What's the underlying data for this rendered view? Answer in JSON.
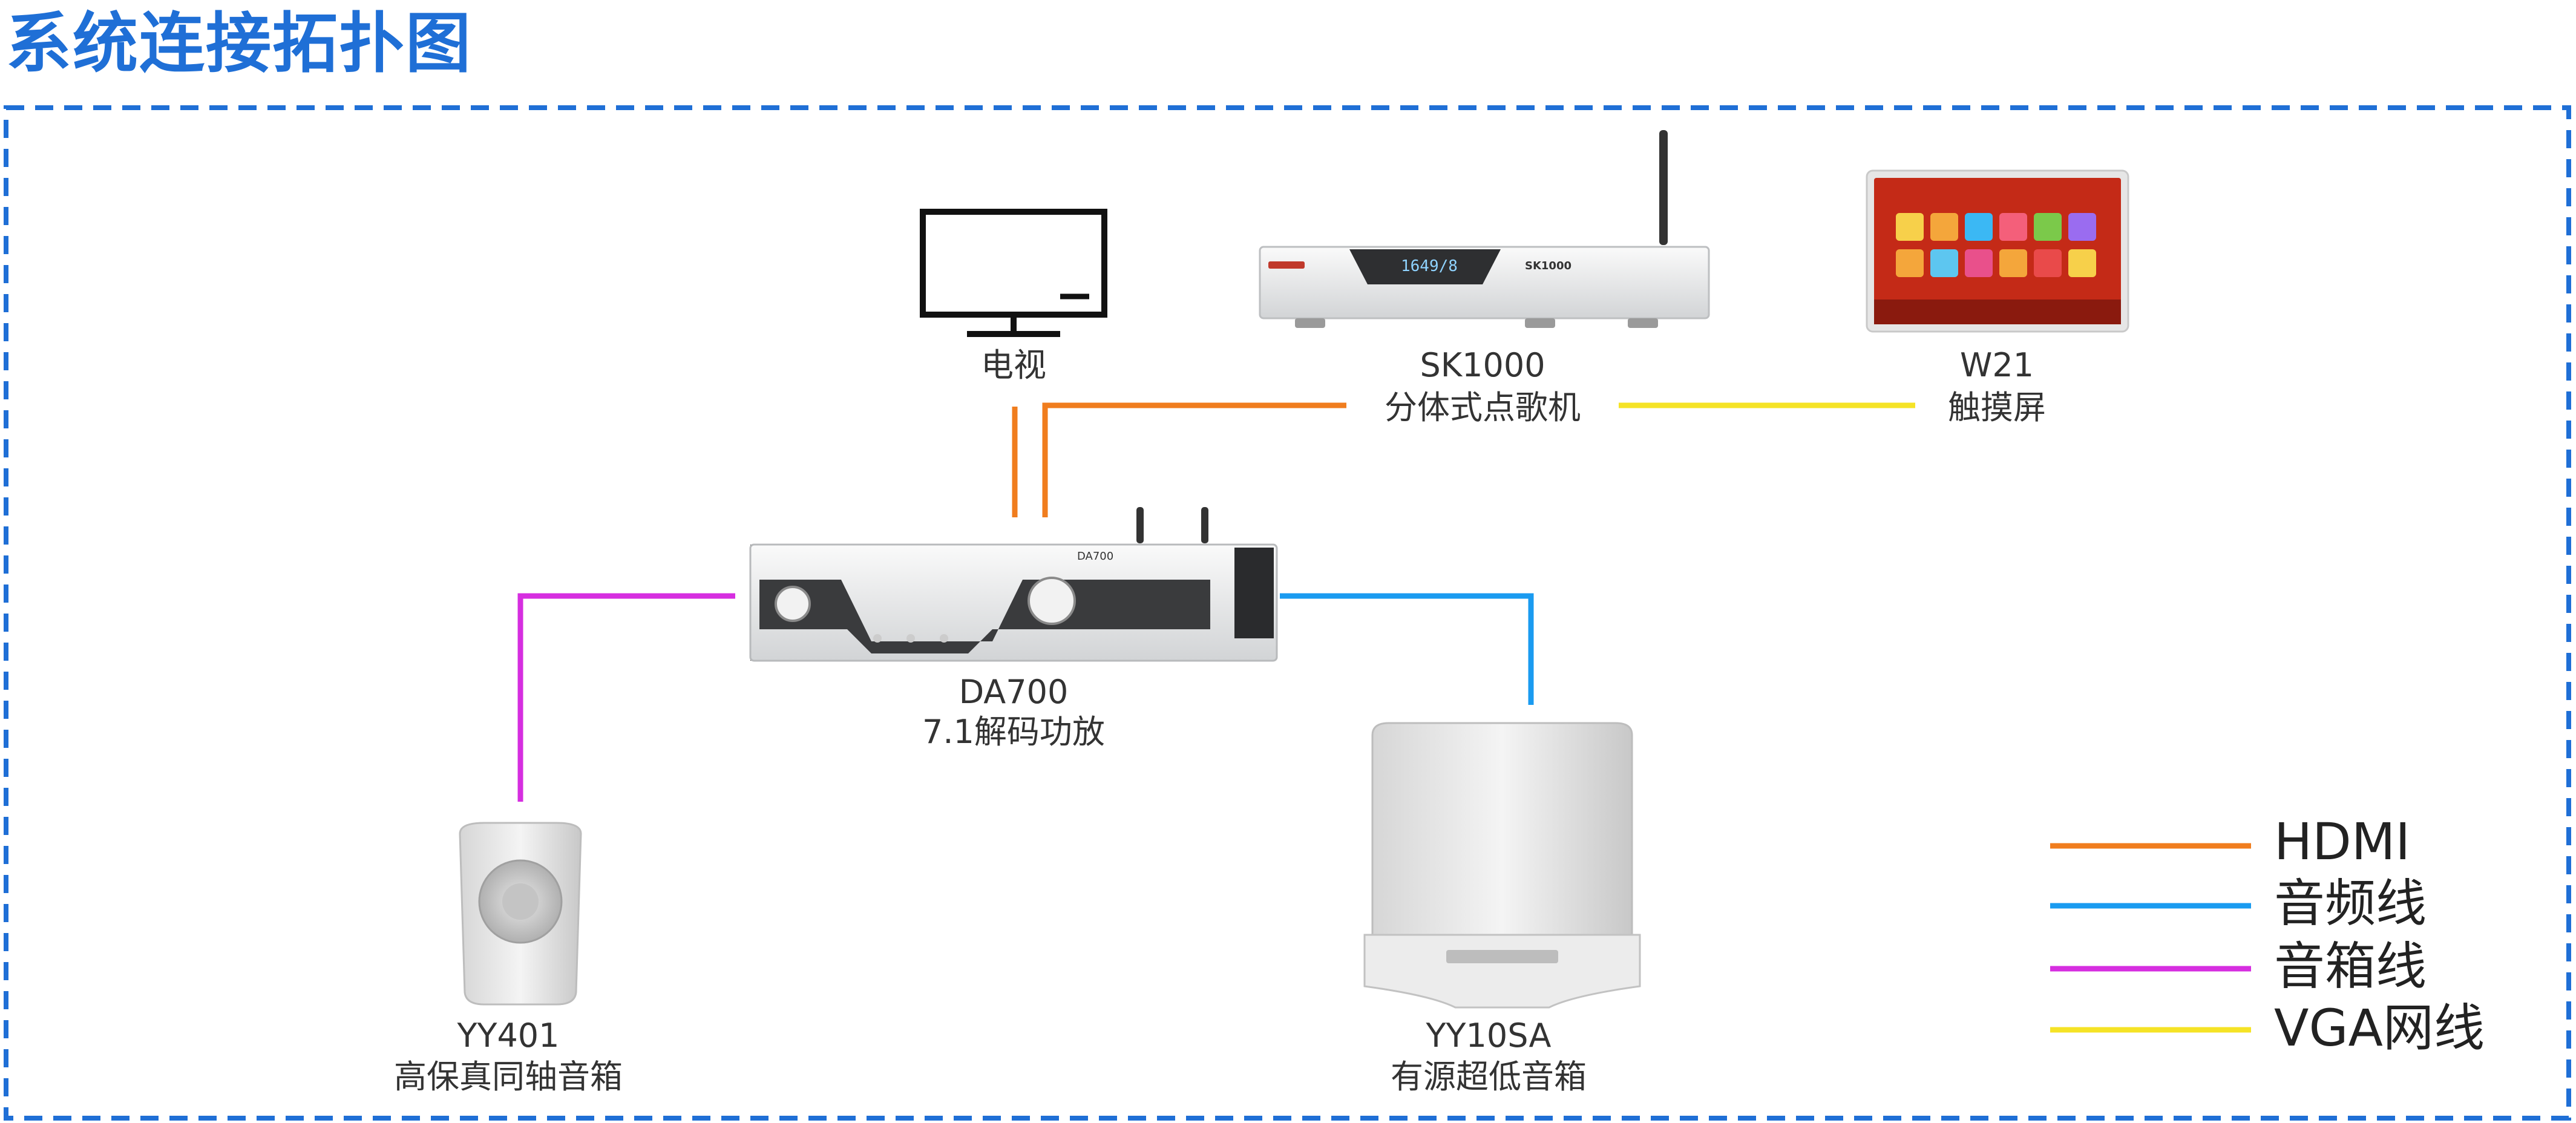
{
  "title": "系统连接拓扑图",
  "colors": {
    "frame": "#1f6fd6",
    "hdmi": "#f07d1e",
    "audio": "#1a9bf0",
    "speaker": "#d62ee0",
    "vga": "#f5e326"
  },
  "devices": {
    "tv": {
      "label": "电视",
      "icon": "tv-icon"
    },
    "sk1000": {
      "model": "SK1000",
      "desc": "分体式点歌机",
      "screen_text": "1649/8",
      "brand_text": "SK1000"
    },
    "w21": {
      "model": "W21",
      "desc": "触摸屏"
    },
    "da700": {
      "model": "DA700",
      "desc": "7.1解码功放",
      "panel_text": "DA700"
    },
    "yy401": {
      "model": "YY401",
      "desc": "高保真同轴音箱"
    },
    "yy10sa": {
      "model": "YY10SA",
      "desc": "有源超低音箱"
    }
  },
  "legend": [
    {
      "label": "HDMI",
      "color": "#f07d1e"
    },
    {
      "label": "音频线",
      "color": "#1a9bf0"
    },
    {
      "label": "音箱线",
      "color": "#d62ee0"
    },
    {
      "label": "VGA网线",
      "color": "#f5e326"
    }
  ]
}
